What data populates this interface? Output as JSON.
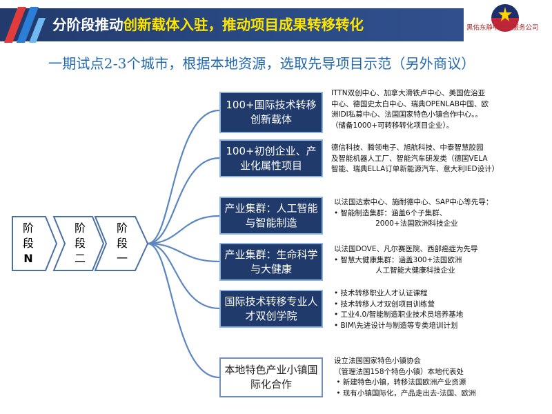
{
  "header": {
    "title_part1": "分阶段推动",
    "title_part2": "创新载体入驻，推动项目成果转移转化",
    "company": "黑佑东静中技术服务公司"
  },
  "subtitle": "一期试点2-3个城市，根据本地资源，选取先导项目示范（另外商议）",
  "stages": [
    {
      "line1": "阶",
      "line2": "段",
      "line3": "N"
    },
    {
      "line1": "阶",
      "line2": "段",
      "line3": "二"
    },
    {
      "line1": "阶",
      "line2": "段",
      "line3": "一"
    }
  ],
  "items": [
    {
      "box": "100+国际技术转移创新载体",
      "desc": "ITTN双创中心、加拿大滑铁卢中心、美国佐治亚\n中心、德国史太白中心、瑞典OPENLAB中国、欧\n洲IDI私募中心、法国国家特色小镇合作中心。。\n（储备1000+可转移转化项目企业）。"
    },
    {
      "box": "100+初创企业、产业化属性项目",
      "desc": "德信科技、腾领电子、旭航科技、中泰智慧胶园\n及智能机器人工厂、智能汽车研发类（德国VELA\n智能、瑞典ELLA订单新能源汽车、意大利IED设计）"
    },
    {
      "box": "产业集群：人工智能与智能制造",
      "desc": "以法国达索中心、施耐德中心、SAP中心等先导：\n• 智能制造集群：涵盖6个子集群、\n                  2000+法国欧洲科技企业"
    },
    {
      "box": "产业集群：生命科学与大健康",
      "desc": "以法国DOVE、凡尔赛医院、西部癌症为先导\n• 智慧大健康集群：涵盖300+法国欧洲\n                  人工智能大健康科技企业"
    },
    {
      "box": "国际技术转移专业人才双创学院",
      "desc": "• 技术转移职业人才认证课程\n• 技术转移人才双创项目训练营\n• 工业4.0/智能制造职业技术员培养基地\n• BIM\\先进设计与制造等专类培训计划"
    },
    {
      "box": "本地特色产业小镇国际化合作",
      "desc": "设立法国国家特色小镇协会\n（管理法国158个特色小镇）本地代表处\n • 新建特色小镇，转移法国欧洲产业资源\n • 现有小镇国际化，产品走出去-法国、欧洲"
    }
  ]
}
